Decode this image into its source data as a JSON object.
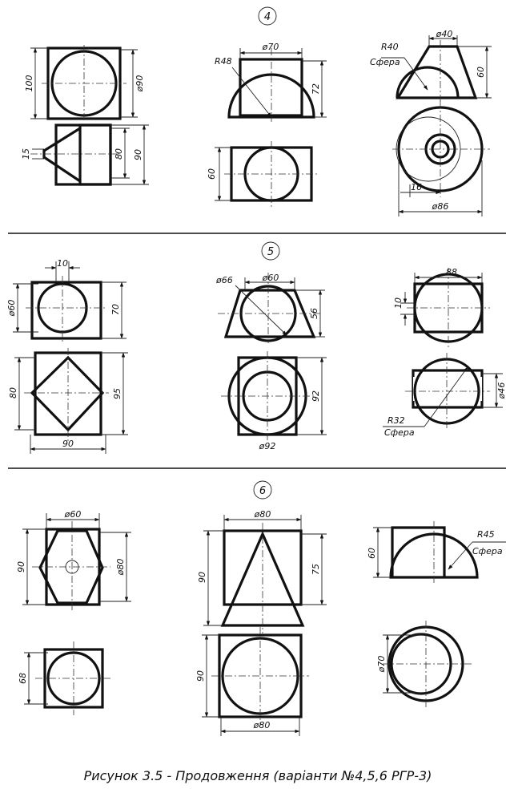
{
  "variants": [
    {
      "number": "4",
      "labels": {
        "a_h1": "100",
        "a_d1": "ø90",
        "a_h2": "15",
        "a_h3": "80",
        "a_h4": "90",
        "b_d1": "ø70",
        "b_r1": "R48",
        "b_h1": "72",
        "b_h2": "60",
        "c_r1": "R40",
        "c_s1": "Сфера",
        "c_d1": "ø40",
        "c_h1": "60",
        "c_w1": "16",
        "c_d2": "ø86"
      }
    },
    {
      "number": "5",
      "labels": {
        "a_w1": "10",
        "a_d1": "ø60",
        "a_h1": "70",
        "a_h2": "80",
        "a_h3": "95",
        "a_w2": "90",
        "b_d1": "ø66",
        "b_d2": "ø60",
        "b_h1": "56",
        "b_h2": "92",
        "b_d3": "ø92",
        "c_w1": "88",
        "c_h1": "10",
        "c_d1": "ø46",
        "c_r1": "R32",
        "c_s1": "Сфера"
      }
    },
    {
      "number": "6",
      "labels": {
        "a_d1": "ø60",
        "a_h1": "90",
        "a_d2": "ø80",
        "a_h2": "68",
        "b_d1": "ø80",
        "b_h1": "90",
        "b_h2": "75",
        "b_h3": "90",
        "b_d2": "ø80",
        "c_r1": "R45",
        "c_s1": "Сфера",
        "c_h1": "60",
        "c_d1": "ø70"
      }
    }
  ],
  "caption": "Рисунок 3.5 - Продовження (варіанти №4,5,6 РГР-3)",
  "colors": {
    "ink": "#111111",
    "paper": "#ffffff"
  }
}
